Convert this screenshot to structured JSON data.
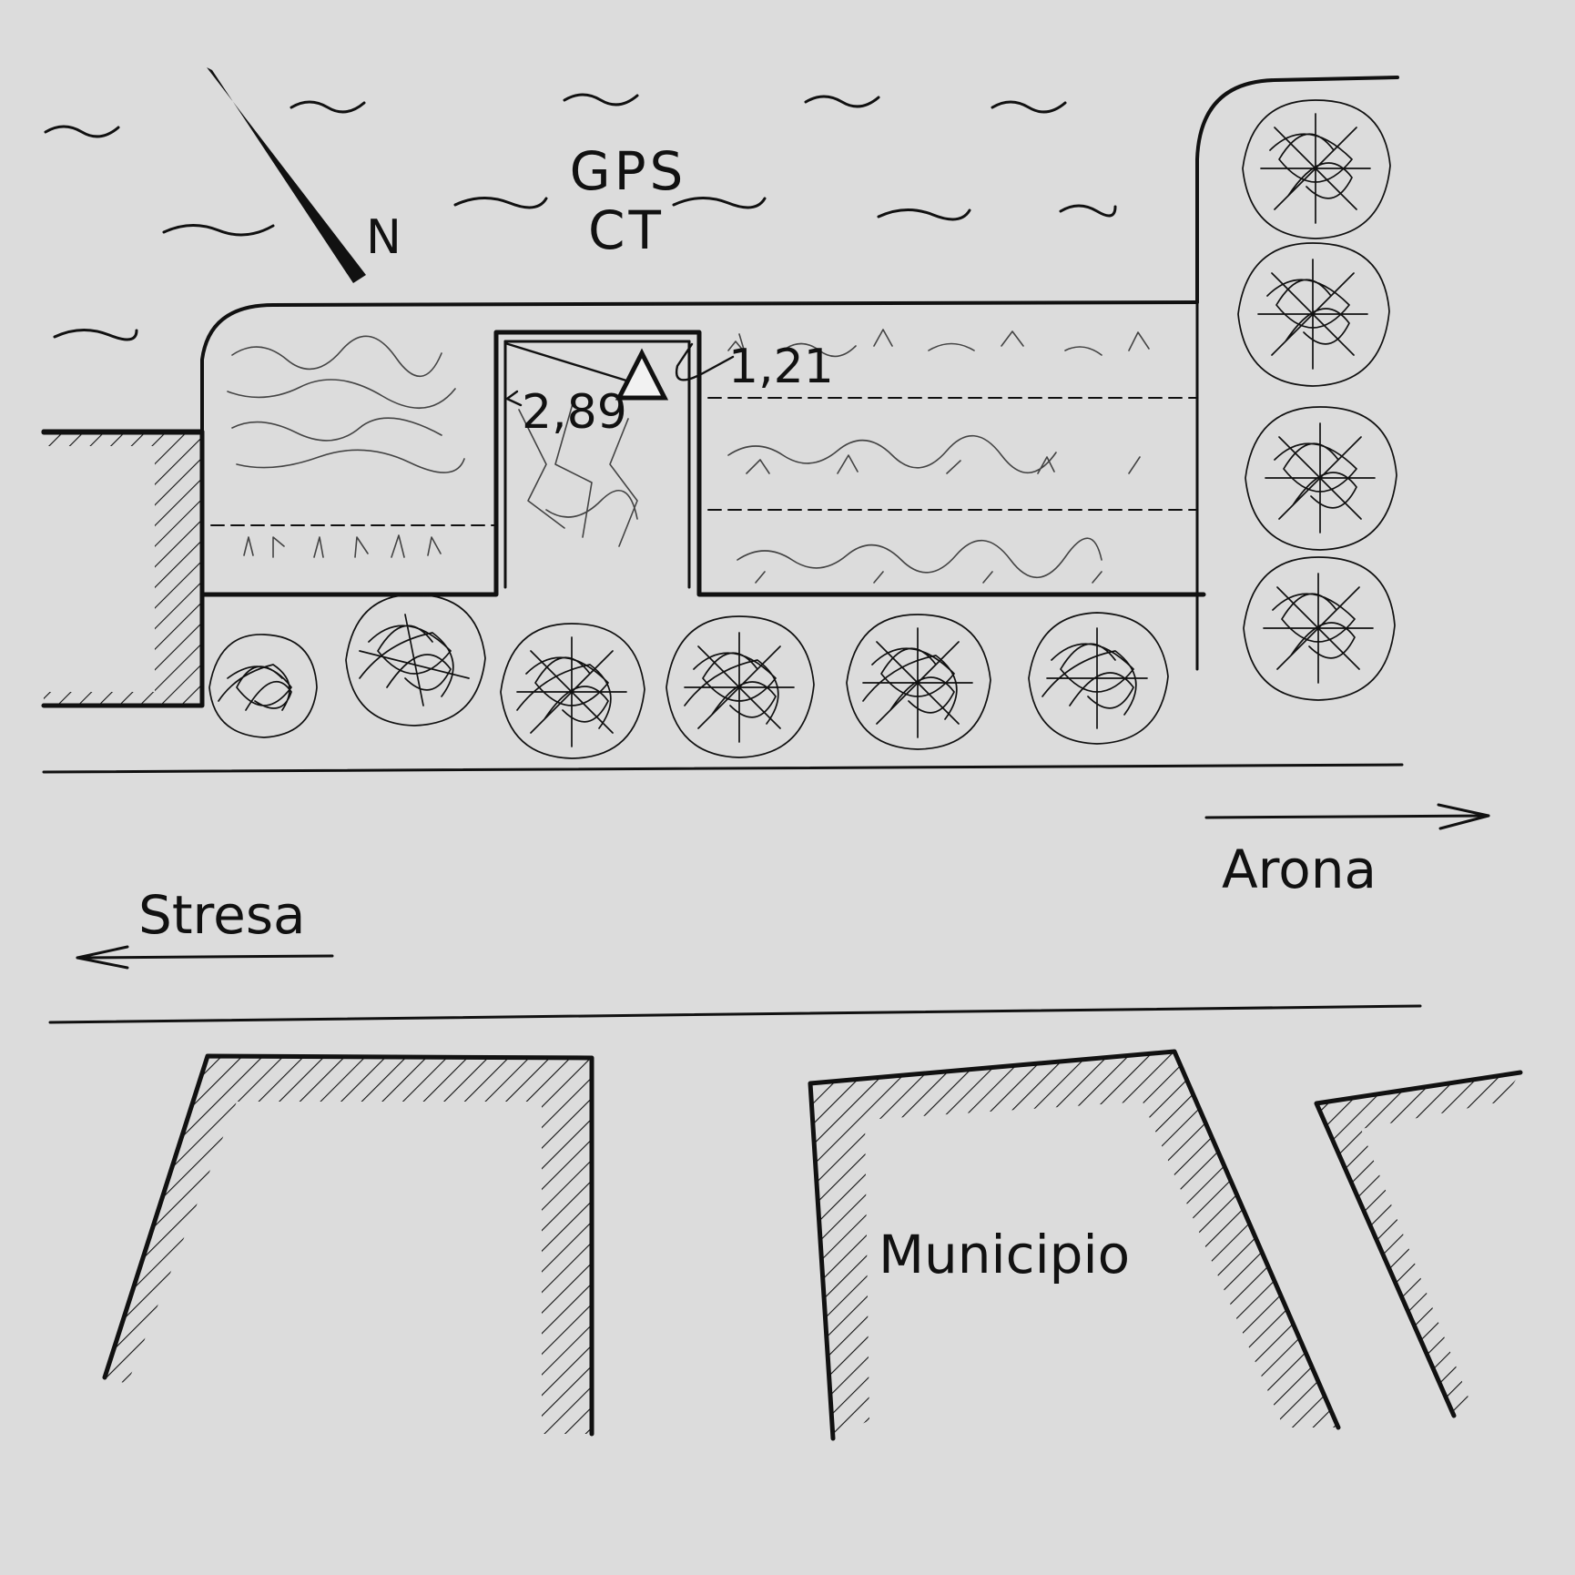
{
  "map": {
    "north_label": "N",
    "station": {
      "line1": "GPS",
      "line2": "CT"
    },
    "distances": {
      "left": "2,89",
      "right": "1,21"
    },
    "directions": {
      "right": "Arona",
      "left": "Stresa"
    },
    "building_label": "Municipio"
  },
  "colors": {
    "paper": "#dcdcdc",
    "ink": "#111111"
  },
  "icons": {
    "station_marker": "triangle-icon",
    "north_arrow": "north-arrow-icon"
  }
}
